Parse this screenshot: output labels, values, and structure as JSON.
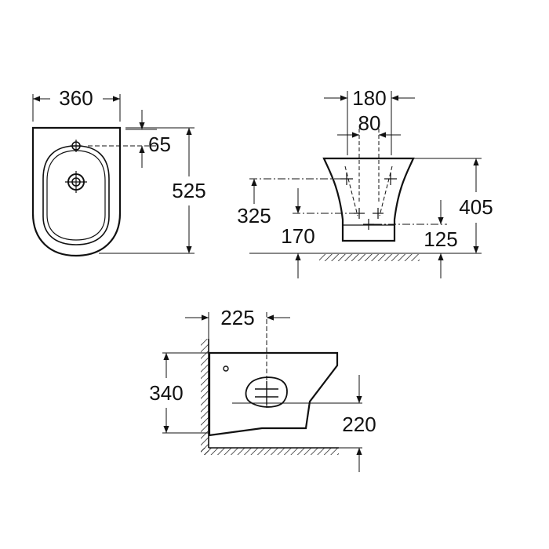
{
  "colors": {
    "ink": "#111111",
    "background": "#ffffff"
  },
  "top_view": {
    "width_label": "360",
    "tap_offset_label": "65",
    "depth_label": "525"
  },
  "front_view": {
    "top_width_label": "180",
    "hole_spacing_label": "80",
    "fixing_height_label": "325",
    "total_height_label": "405",
    "inlet_height_label": "170",
    "outlet_height_label": "125"
  },
  "side_view": {
    "outlet_from_wall_label": "225",
    "body_height_label": "340",
    "outlet_height_label": "220"
  }
}
